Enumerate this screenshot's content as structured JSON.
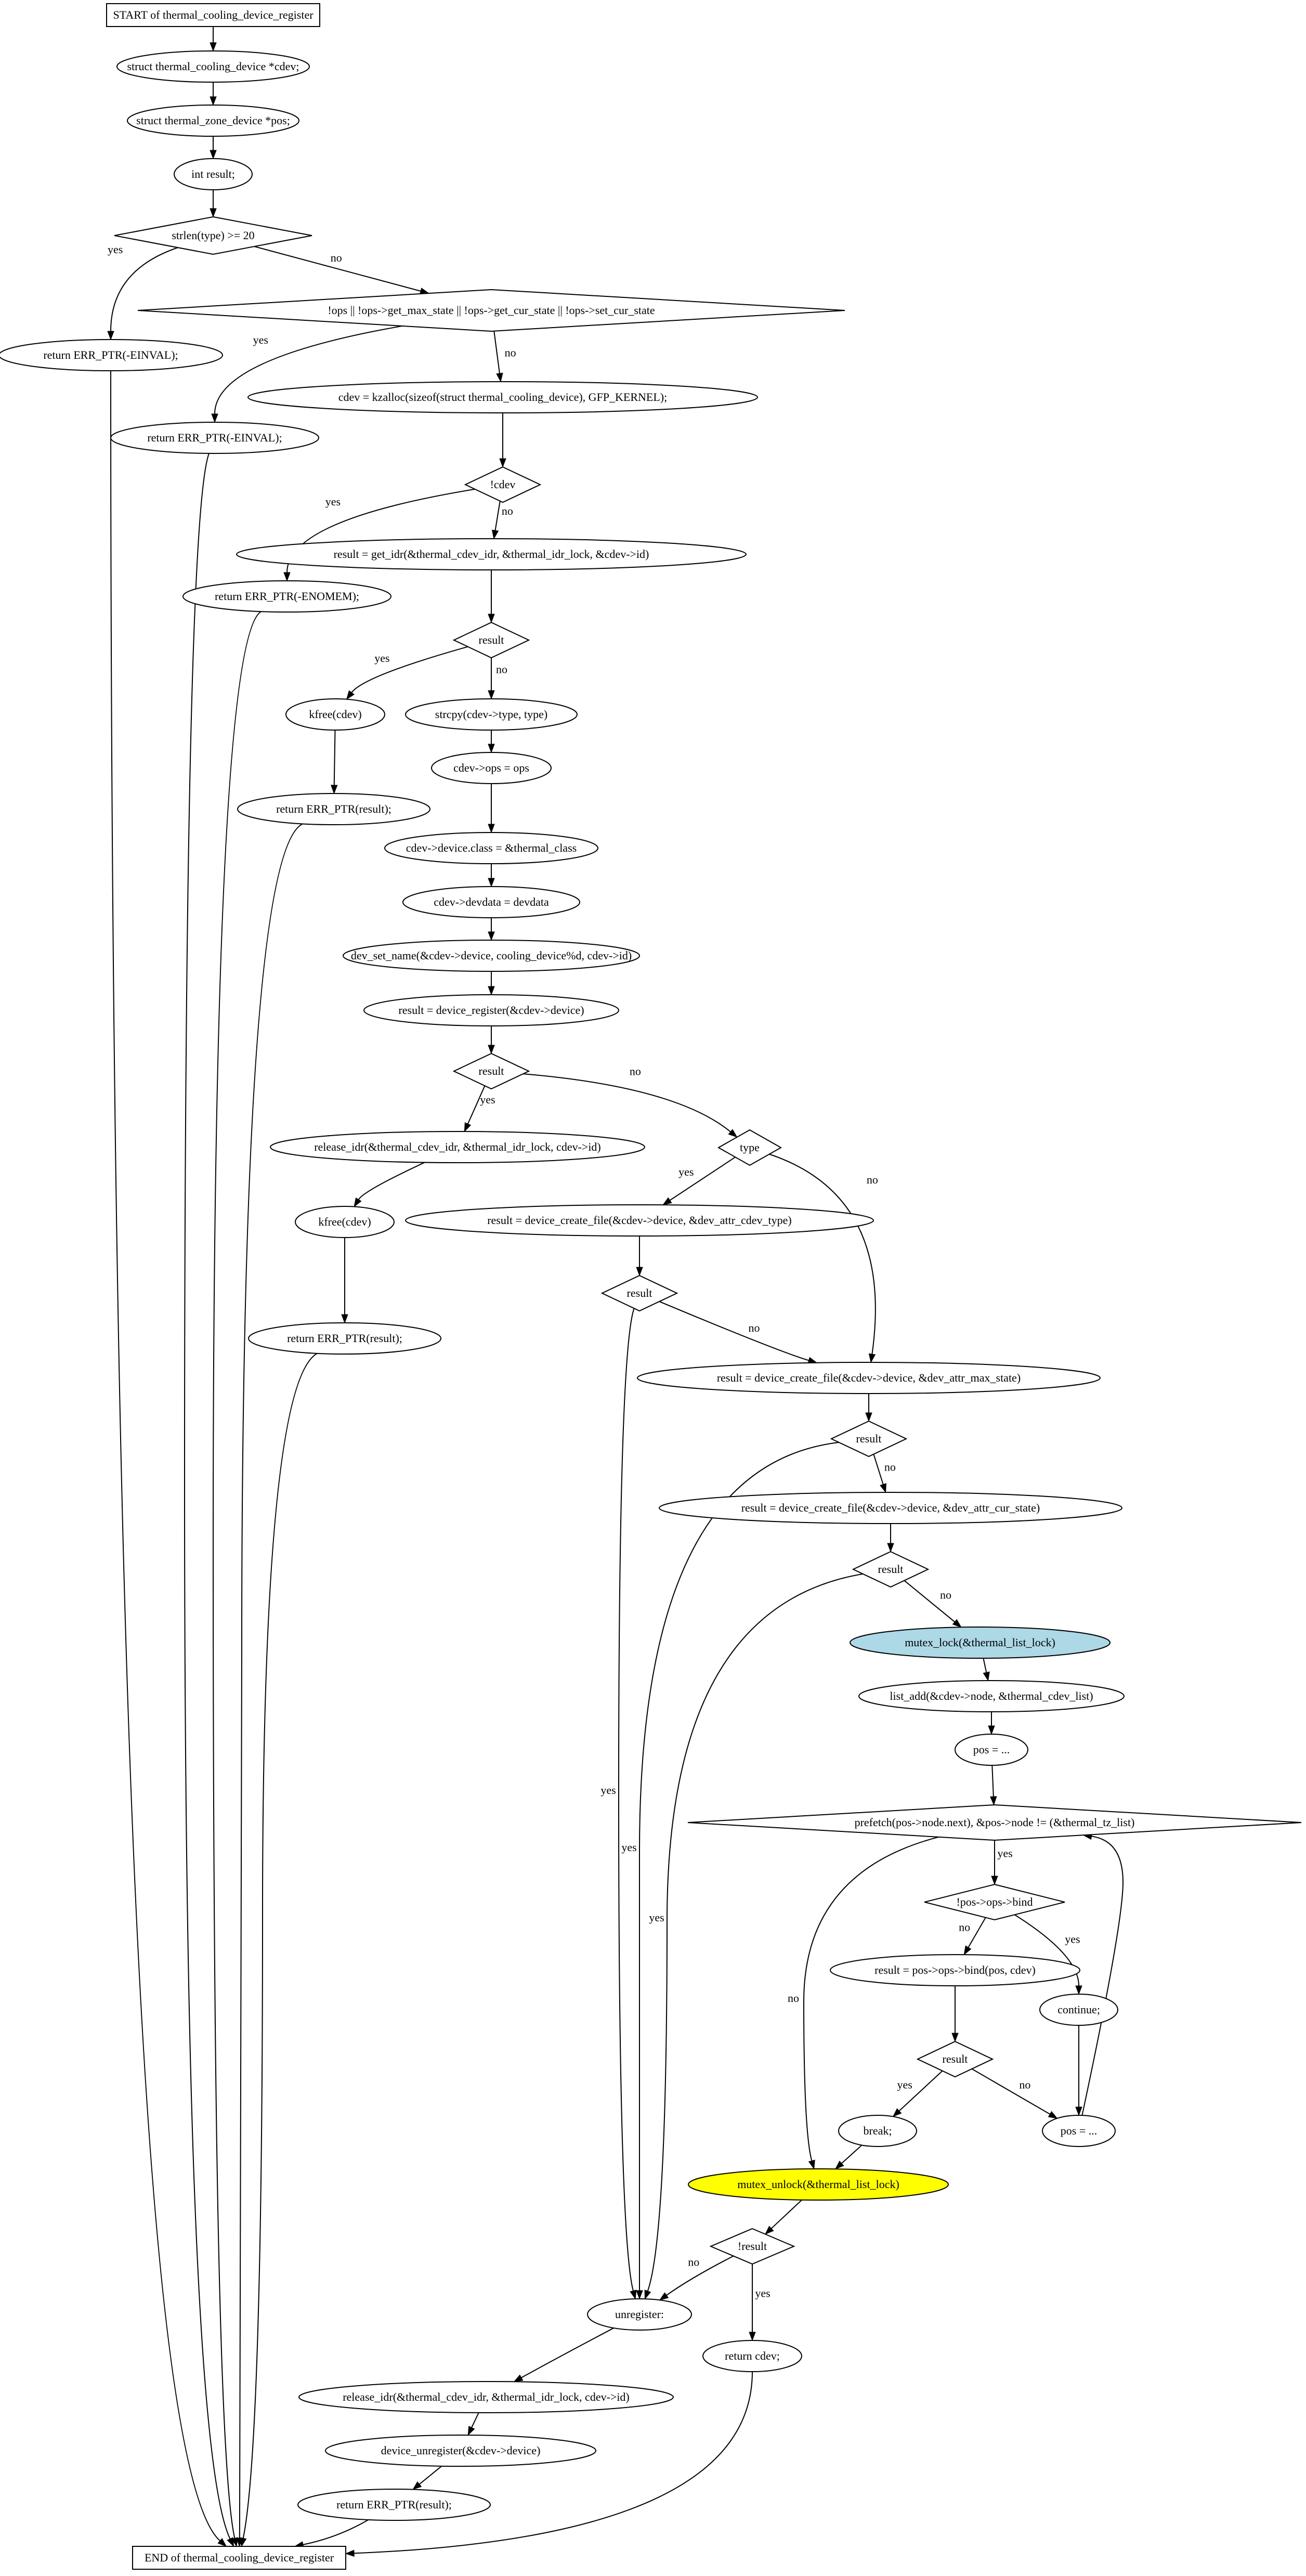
{
  "nodes": [
    {
      "id": "n1",
      "shape": "box",
      "label": "START of thermal_cooling_device_register"
    },
    {
      "id": "n2",
      "shape": "ellipse",
      "label": "struct thermal_cooling_device *cdev;"
    },
    {
      "id": "n3",
      "shape": "ellipse",
      "label": "struct thermal_zone_device *pos;"
    },
    {
      "id": "n4",
      "shape": "ellipse",
      "label": "int result;"
    },
    {
      "id": "n5",
      "shape": "diamond",
      "label": "strlen(type) >= 20"
    },
    {
      "id": "n6",
      "shape": "ellipse",
      "label": "return ERR_PTR(-EINVAL);"
    },
    {
      "id": "n7",
      "shape": "diamond",
      "label": "!ops || !ops->get_max_state || !ops->get_cur_state || !ops->set_cur_state"
    },
    {
      "id": "n8",
      "shape": "ellipse",
      "label": "return ERR_PTR(-EINVAL);"
    },
    {
      "id": "n9",
      "shape": "ellipse",
      "label": "cdev = kzalloc(sizeof(struct thermal_cooling_device), GFP_KERNEL);"
    },
    {
      "id": "n10",
      "shape": "diamond",
      "label": "!cdev"
    },
    {
      "id": "n11",
      "shape": "ellipse",
      "label": "return ERR_PTR(-ENOMEM);"
    },
    {
      "id": "n12",
      "shape": "ellipse",
      "label": "result = get_idr(&thermal_cdev_idr, &thermal_idr_lock, &cdev->id)"
    },
    {
      "id": "n13",
      "shape": "diamond",
      "label": "result"
    },
    {
      "id": "n14",
      "shape": "ellipse",
      "label": "kfree(cdev)"
    },
    {
      "id": "n15",
      "shape": "ellipse",
      "label": "strcpy(cdev->type, type)"
    },
    {
      "id": "n16",
      "shape": "ellipse",
      "label": "return ERR_PTR(result);"
    },
    {
      "id": "n17",
      "shape": "ellipse",
      "label": "cdev->ops = ops"
    },
    {
      "id": "n18",
      "shape": "ellipse",
      "label": "cdev->device.class = &thermal_class"
    },
    {
      "id": "n19",
      "shape": "ellipse",
      "label": "cdev->devdata = devdata"
    },
    {
      "id": "n20",
      "shape": "ellipse",
      "label": "dev_set_name(&cdev->device, cooling_device%d, cdev->id)"
    },
    {
      "id": "n21",
      "shape": "ellipse",
      "label": "result = device_register(&cdev->device)"
    },
    {
      "id": "n22",
      "shape": "diamond",
      "label": "result"
    },
    {
      "id": "n23",
      "shape": "ellipse",
      "label": "release_idr(&thermal_cdev_idr, &thermal_idr_lock, cdev->id)"
    },
    {
      "id": "n24",
      "shape": "diamond",
      "label": "type"
    },
    {
      "id": "n25",
      "shape": "ellipse",
      "label": "kfree(cdev)"
    },
    {
      "id": "n26",
      "shape": "ellipse",
      "label": "result = device_create_file(&cdev->device, &dev_attr_cdev_type)"
    },
    {
      "id": "n27",
      "shape": "diamond",
      "label": "result"
    },
    {
      "id": "n28",
      "shape": "ellipse",
      "label": "return ERR_PTR(result);"
    },
    {
      "id": "n29",
      "shape": "ellipse",
      "label": "result = device_create_file(&cdev->device, &dev_attr_max_state)"
    },
    {
      "id": "n30",
      "shape": "diamond",
      "label": "result"
    },
    {
      "id": "n31",
      "shape": "ellipse",
      "label": "result = device_create_file(&cdev->device, &dev_attr_cur_state)"
    },
    {
      "id": "n32",
      "shape": "diamond",
      "label": "result"
    },
    {
      "id": "n33",
      "shape": "ellipse",
      "label": "mutex_lock(&thermal_list_lock)",
      "fill": "#add8e6"
    },
    {
      "id": "n34",
      "shape": "ellipse",
      "label": "list_add(&cdev->node, &thermal_cdev_list)"
    },
    {
      "id": "n35",
      "shape": "ellipse",
      "label": "pos = ..."
    },
    {
      "id": "n36",
      "shape": "diamond",
      "label": "prefetch(pos->node.next), &pos->node != (&thermal_tz_list)"
    },
    {
      "id": "n37",
      "shape": "diamond",
      "label": "!pos->ops->bind"
    },
    {
      "id": "n38",
      "shape": "ellipse",
      "label": "result = pos->ops->bind(pos, cdev)"
    },
    {
      "id": "n39",
      "shape": "ellipse",
      "label": "continue;"
    },
    {
      "id": "n40",
      "shape": "diamond",
      "label": "result"
    },
    {
      "id": "n41",
      "shape": "ellipse",
      "label": "break;"
    },
    {
      "id": "n42",
      "shape": "ellipse",
      "label": "pos = ..."
    },
    {
      "id": "n43",
      "shape": "ellipse",
      "label": "mutex_unlock(&thermal_list_lock)",
      "fill": "#ffff00"
    },
    {
      "id": "n44",
      "shape": "diamond",
      "label": "!result"
    },
    {
      "id": "n45",
      "shape": "ellipse",
      "label": "unregister:"
    },
    {
      "id": "n46",
      "shape": "ellipse",
      "label": "return cdev;"
    },
    {
      "id": "n47",
      "shape": "ellipse",
      "label": "release_idr(&thermal_cdev_idr, &thermal_idr_lock, cdev->id)"
    },
    {
      "id": "n48",
      "shape": "ellipse",
      "label": "device_unregister(&cdev->device)"
    },
    {
      "id": "n49",
      "shape": "ellipse",
      "label": "return ERR_PTR(result);"
    },
    {
      "id": "n50",
      "shape": "box",
      "label": "END of thermal_cooling_device_register"
    }
  ],
  "edges": [
    {
      "from": "n1",
      "to": "n2",
      "label": ""
    },
    {
      "from": "n2",
      "to": "n3",
      "label": ""
    },
    {
      "from": "n3",
      "to": "n4",
      "label": ""
    },
    {
      "from": "n4",
      "to": "n5",
      "label": ""
    },
    {
      "from": "n5",
      "to": "n6",
      "label": "yes"
    },
    {
      "from": "n5",
      "to": "n7",
      "label": "no"
    },
    {
      "from": "n6",
      "to": "n50",
      "label": ""
    },
    {
      "from": "n7",
      "to": "n8",
      "label": "yes"
    },
    {
      "from": "n7",
      "to": "n9",
      "label": "no"
    },
    {
      "from": "n8",
      "to": "n50",
      "label": ""
    },
    {
      "from": "n9",
      "to": "n10",
      "label": ""
    },
    {
      "from": "n10",
      "to": "n11",
      "label": "yes"
    },
    {
      "from": "n10",
      "to": "n12",
      "label": "no"
    },
    {
      "from": "n11",
      "to": "n50",
      "label": ""
    },
    {
      "from": "n12",
      "to": "n13",
      "label": ""
    },
    {
      "from": "n13",
      "to": "n14",
      "label": "yes"
    },
    {
      "from": "n13",
      "to": "n15",
      "label": "no"
    },
    {
      "from": "n14",
      "to": "n16",
      "label": ""
    },
    {
      "from": "n16",
      "to": "n50",
      "label": ""
    },
    {
      "from": "n15",
      "to": "n17",
      "label": ""
    },
    {
      "from": "n17",
      "to": "n18",
      "label": ""
    },
    {
      "from": "n18",
      "to": "n19",
      "label": ""
    },
    {
      "from": "n19",
      "to": "n20",
      "label": ""
    },
    {
      "from": "n20",
      "to": "n21",
      "label": ""
    },
    {
      "from": "n21",
      "to": "n22",
      "label": ""
    },
    {
      "from": "n22",
      "to": "n23",
      "label": "yes"
    },
    {
      "from": "n22",
      "to": "n24",
      "label": "no"
    },
    {
      "from": "n23",
      "to": "n25",
      "label": ""
    },
    {
      "from": "n25",
      "to": "n28",
      "label": ""
    },
    {
      "from": "n28",
      "to": "n50",
      "label": ""
    },
    {
      "from": "n24",
      "to": "n26",
      "label": "yes"
    },
    {
      "from": "n24",
      "to": "n29",
      "label": "no"
    },
    {
      "from": "n26",
      "to": "n27",
      "label": ""
    },
    {
      "from": "n27",
      "to": "n45",
      "label": "yes"
    },
    {
      "from": "n27",
      "to": "n29",
      "label": "no"
    },
    {
      "from": "n29",
      "to": "n30",
      "label": ""
    },
    {
      "from": "n30",
      "to": "n45",
      "label": "yes"
    },
    {
      "from": "n30",
      "to": "n31",
      "label": "no"
    },
    {
      "from": "n31",
      "to": "n32",
      "label": ""
    },
    {
      "from": "n32",
      "to": "n45",
      "label": "yes"
    },
    {
      "from": "n32",
      "to": "n33",
      "label": "no"
    },
    {
      "from": "n33",
      "to": "n34",
      "label": ""
    },
    {
      "from": "n34",
      "to": "n35",
      "label": ""
    },
    {
      "from": "n35",
      "to": "n36",
      "label": ""
    },
    {
      "from": "n36",
      "to": "n37",
      "label": "yes"
    },
    {
      "from": "n36",
      "to": "n43",
      "label": "no"
    },
    {
      "from": "n37",
      "to": "n38",
      "label": "no"
    },
    {
      "from": "n37",
      "to": "n39",
      "label": "yes"
    },
    {
      "from": "n38",
      "to": "n40",
      "label": ""
    },
    {
      "from": "n39",
      "to": "n42",
      "label": ""
    },
    {
      "from": "n40",
      "to": "n41",
      "label": "yes"
    },
    {
      "from": "n40",
      "to": "n42",
      "label": "no"
    },
    {
      "from": "n42",
      "to": "n36",
      "label": ""
    },
    {
      "from": "n41",
      "to": "n43",
      "label": ""
    },
    {
      "from": "n43",
      "to": "n44",
      "label": ""
    },
    {
      "from": "n44",
      "to": "n45",
      "label": "no"
    },
    {
      "from": "n44",
      "to": "n46",
      "label": "yes"
    },
    {
      "from": "n45",
      "to": "n47",
      "label": ""
    },
    {
      "from": "n47",
      "to": "n48",
      "label": ""
    },
    {
      "from": "n48",
      "to": "n49",
      "label": ""
    },
    {
      "from": "n49",
      "to": "n50",
      "label": ""
    },
    {
      "from": "n46",
      "to": "n50",
      "label": ""
    }
  ]
}
